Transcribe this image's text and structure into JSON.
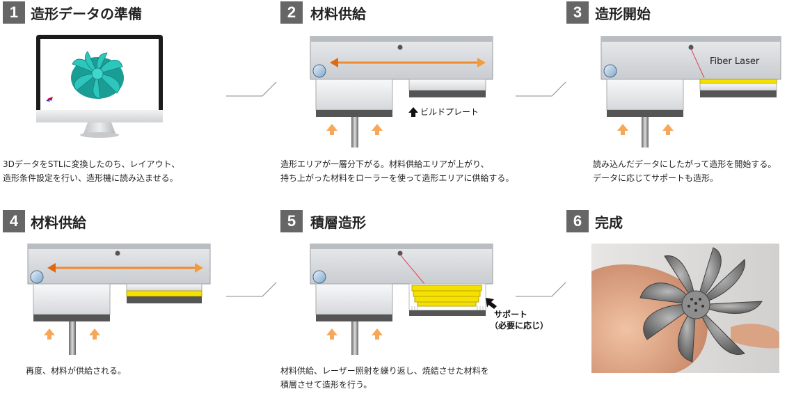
{
  "steps": [
    {
      "num": "1",
      "title": "造形データの準備",
      "desc": [
        "3DデータをSTLに変換したのち、レイアウト、",
        "造形条件設定を行い、造形機に読み込ませる。"
      ]
    },
    {
      "num": "2",
      "title": "材料供給",
      "desc": [
        "造形エリアが一層分下がる。材料供給エリアが上がり、",
        "持ち上がった材料をローラーを使って造形エリアに供給する。"
      ]
    },
    {
      "num": "3",
      "title": "造形開始",
      "desc": [
        "読み込んだデータにしたがって造形を開始する。",
        "データに応じてサポートも造形。"
      ]
    },
    {
      "num": "4",
      "title": "材料供給",
      "desc": [
        "再度、材料が供給される。"
      ]
    },
    {
      "num": "5",
      "title": "積層造形",
      "desc": [
        "材料供給、レーザー照射を繰り返し、焼結させた材料を",
        "積層させて造形を行う。"
      ]
    },
    {
      "num": "6",
      "title": "完成",
      "desc": []
    }
  ],
  "labels": {
    "build_plate": "ビルドプレート",
    "fiber_laser": "Fiber Laser",
    "support_line1": "サポート",
    "support_line2": "（必要に応じ）"
  },
  "colors": {
    "step_badge": "#666666",
    "arrow_orange": "#f08a30",
    "powder_yellow": "#f5e000",
    "laser_red": "#e0405a",
    "machine_gray": "#d8dadc",
    "teal_model": "#20b2aa"
  }
}
